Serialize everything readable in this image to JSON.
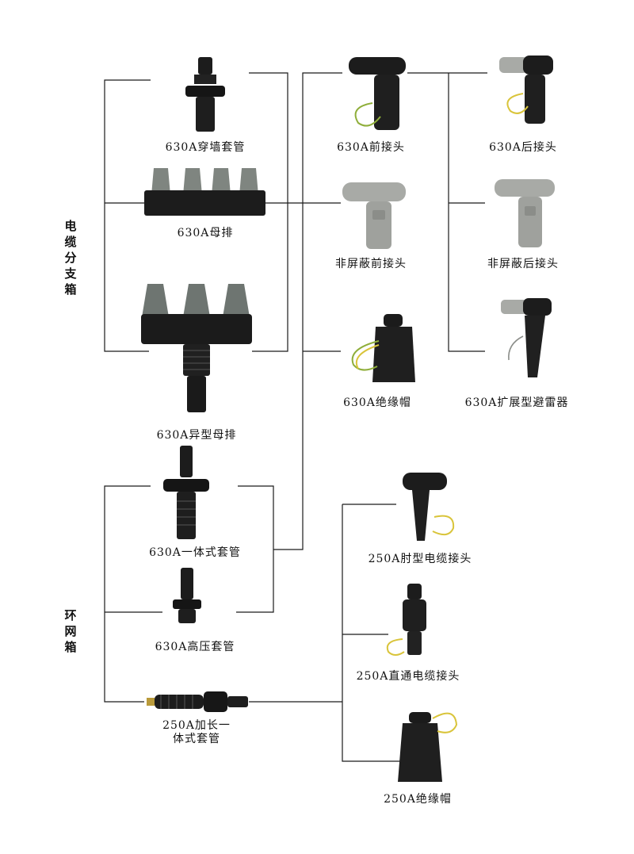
{
  "groups": {
    "branch_box": "电缆分支箱",
    "ring_main": "环网箱"
  },
  "products": {
    "wall_bushing": "630A穿墙套管",
    "busbar": "630A母排",
    "special_busbar": "630A异型母排",
    "integral_bushing": "630A一体式套管",
    "hv_bushing": "630A高压套管",
    "extended_bushing": "250A加长一体式套管",
    "front_connector": "630A前接头",
    "rear_connector": "630A后接头",
    "unshielded_front": "非屏蔽前接头",
    "unshielded_rear": "非屏蔽后接头",
    "insulating_cap_630": "630A绝缘帽",
    "arrester": "630A扩展型避雷器",
    "elbow_250": "250A肘型电缆接头",
    "straight_250": "250A直通电缆接头",
    "insulating_cap_250": "250A绝缘帽"
  },
  "colors": {
    "line": "#1a1a1a",
    "black_part": "#1c1c1c",
    "grey_part": "#a8aaa6",
    "green_wire": "#8fae3a",
    "yellow_wire": "#d9c43a"
  }
}
